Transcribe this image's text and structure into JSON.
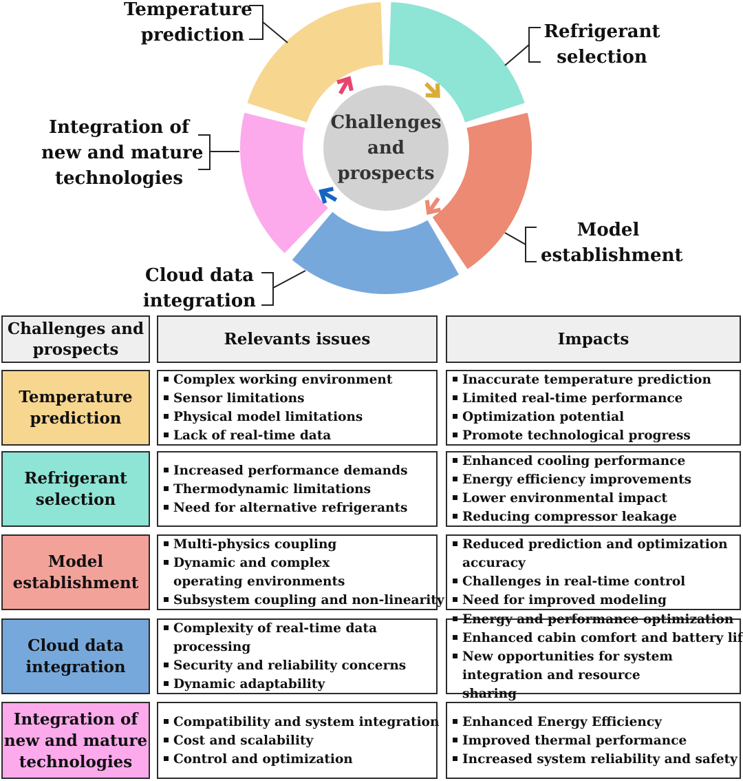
{
  "center": {
    "lines": [
      "Challenges",
      "and",
      "prospects"
    ]
  },
  "segments": [
    {
      "id": "temperature",
      "lines": [
        "Temperature",
        "prediction"
      ],
      "color": "#f7d690",
      "arrow_color": "#e8456d"
    },
    {
      "id": "refrigerant",
      "lines": [
        "Refrigerant",
        "selection"
      ],
      "color": "#8ee4d5",
      "arrow_color": "#d9ad37"
    },
    {
      "id": "model",
      "lines": [
        "Model",
        "establishment"
      ],
      "color": "#ec8a73",
      "arrow_color": "#ec8a73"
    },
    {
      "id": "cloud",
      "lines": [
        "Cloud data",
        "integration"
      ],
      "color": "#77a8dc",
      "arrow_color": "#1565c0"
    },
    {
      "id": "integration",
      "lines": [
        "Integration of",
        "new and mature",
        "technologies"
      ],
      "color": "#fcaaec",
      "arrow_color": "#e8456d"
    }
  ],
  "table": {
    "headers": {
      "col1": [
        "Challenges and",
        "prospects"
      ],
      "col2": "Relevants issues",
      "col3": "Impacts"
    },
    "rows": [
      {
        "label": [
          "Temperature",
          "prediction"
        ],
        "color": "#f7d690",
        "issues": [
          "Complex working environment",
          "Sensor limitations",
          "Physical model limitations",
          "Lack of  real-time data"
        ],
        "impacts": [
          "Inaccurate temperature prediction",
          "Limited real-time performance",
          "Optimization potential",
          "Promote technological progress"
        ]
      },
      {
        "label": [
          "Refrigerant",
          "selection"
        ],
        "color": "#8ee4d5",
        "issues": [
          "Increased performance demands",
          "Thermodynamic limitations",
          "Need for alternative refrigerants"
        ],
        "impacts": [
          "Enhanced cooling performance",
          "Energy efficiency improvements",
          "Lower environmental impact",
          "Reducing compressor leakage"
        ]
      },
      {
        "label": [
          "Model",
          "establishment"
        ],
        "color": "#f3a29a",
        "issues": [
          "Multi-physics coupling",
          "Dynamic and complex operating environments",
          "Subsystem coupling and non-linearity"
        ],
        "impacts": [
          "Reduced prediction and optimization accuracy",
          "Challenges in real-time control",
          "Need for improved modeling"
        ]
      },
      {
        "label": [
          "Cloud data",
          "integration"
        ],
        "color": "#77a8dc",
        "issues": [
          "Complexity of real-time data processing",
          "Security and reliability concerns",
          "Dynamic adaptability"
        ],
        "impacts": [
          "Energy and performance optimization",
          "Enhanced cabin comfort and battery life",
          "New opportunities for system integration and resource sharing"
        ]
      },
      {
        "label": [
          "Integration of",
          "new and mature",
          "technologies"
        ],
        "color": "#fcaaec",
        "issues": [
          "Compatibility and system integration",
          "Cost and scalability",
          "Control and optimization"
        ],
        "impacts": [
          "Enhanced Energy Efficiency",
          "Improved thermal  performance",
          "Increased system reliability and safety"
        ]
      }
    ]
  }
}
